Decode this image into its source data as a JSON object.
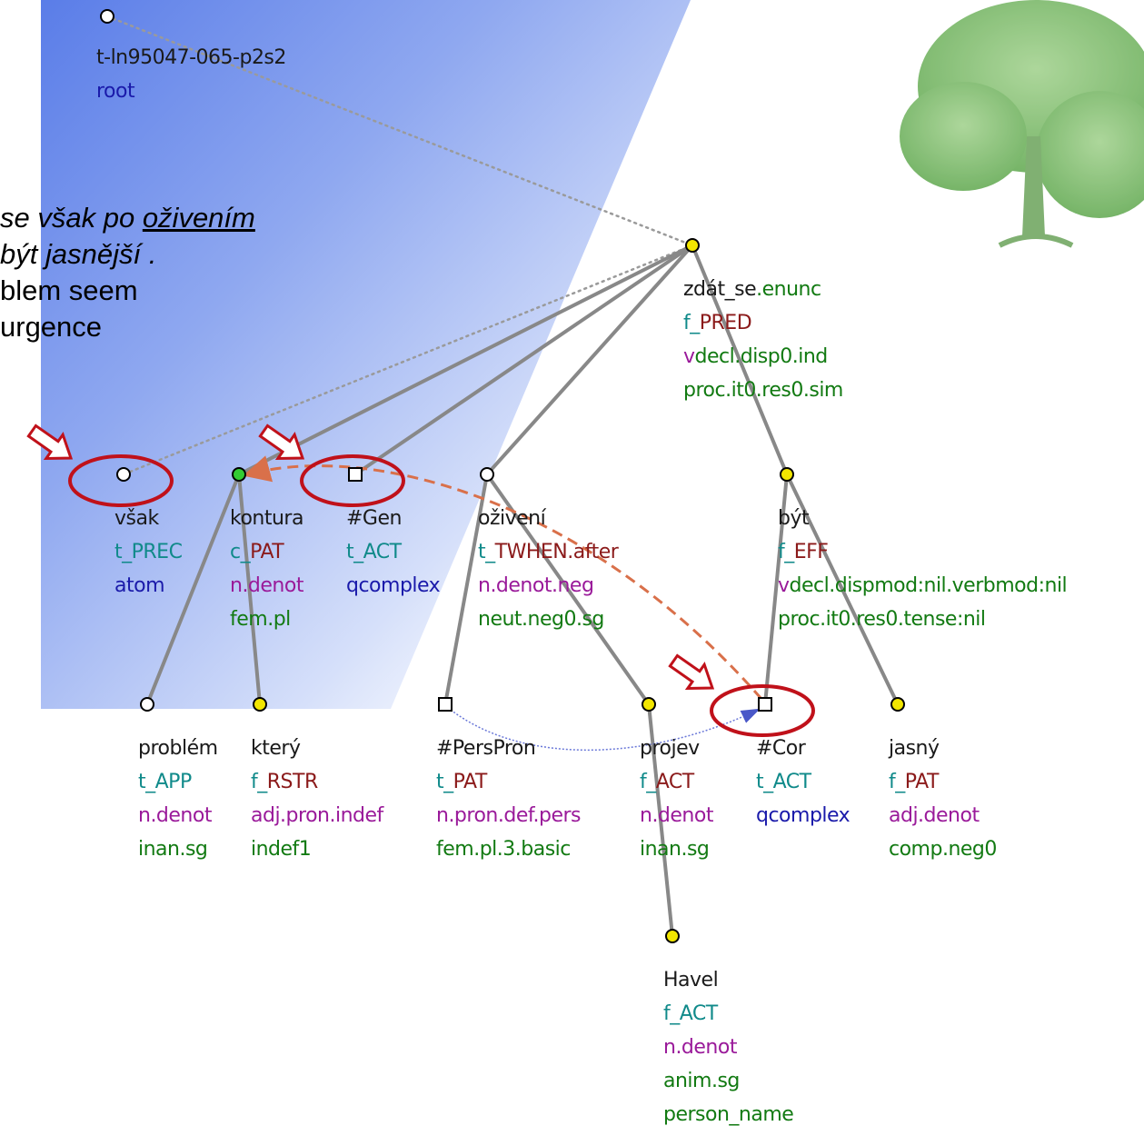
{
  "caption": {
    "line1_before": " se však po ",
    "line1_underlined": "oživením",
    "line2": "být jasnější .",
    "line3": "blem seem",
    "line4": "urgence"
  },
  "colors": {
    "node_yellow": "#f2e600",
    "node_green": "#33cc33",
    "edge": "#888888",
    "coref": "#d9704a",
    "ellipse": "#c0111a",
    "lemma": "#1a1a1a",
    "functor_t": "#108a8a",
    "functor_c": "#108a8a",
    "functor_f": "#108a8a",
    "functor_rest": "#8b1a1a",
    "sempos": "#9a1a9a",
    "grammatemes": "#127a12",
    "nodetype": "#1a1aaa"
  },
  "nodes": [
    {
      "id": "root",
      "shape": "circle",
      "fill": "white",
      "lines": [
        {
          "text": "t-ln95047-065-p2s2",
          "kind": "lemma"
        },
        {
          "text": "root",
          "kind": "nodetype"
        }
      ]
    },
    {
      "id": "zdat",
      "shape": "circle",
      "fill": "yellow",
      "lines": [
        {
          "text": "zdát_se",
          "kind": "lemma",
          "suffix": ".enunc"
        },
        {
          "text": "f_",
          "kind": "functor_f",
          "suffix": "PRED"
        },
        {
          "text": "v",
          "kind": "sempos",
          "suffix": "decl.disp0.ind"
        },
        {
          "text": "proc.it0.res0.sim",
          "kind": "grammatemes"
        }
      ]
    },
    {
      "id": "vsak",
      "shape": "circle",
      "fill": "white",
      "lines": [
        {
          "text": "však",
          "kind": "lemma"
        },
        {
          "text": "t_PREC",
          "kind": "functor_t"
        },
        {
          "text": "atom",
          "kind": "nodetype"
        }
      ]
    },
    {
      "id": "kontura",
      "shape": "circle",
      "fill": "green",
      "lines": [
        {
          "text": "kontura",
          "kind": "lemma"
        },
        {
          "text": "c_",
          "kind": "functor_c",
          "suffix": "PAT"
        },
        {
          "text": "n.denot",
          "kind": "sempos"
        },
        {
          "text": "fem.pl",
          "kind": "grammatemes"
        }
      ]
    },
    {
      "id": "gen",
      "shape": "square",
      "fill": "white",
      "lines": [
        {
          "text": "#Gen",
          "kind": "lemma"
        },
        {
          "text": "t_ACT",
          "kind": "functor_t"
        },
        {
          "text": "qcomplex",
          "kind": "nodetype"
        }
      ]
    },
    {
      "id": "ozivni",
      "shape": "circle",
      "fill": "white",
      "lines": [
        {
          "text": "oživení",
          "kind": "lemma"
        },
        {
          "text": "t_",
          "kind": "functor_t",
          "suffix": "TWHEN.after"
        },
        {
          "text": "n.denot.neg",
          "kind": "sempos"
        },
        {
          "text": "neut.neg0.sg",
          "kind": "grammatemes"
        }
      ]
    },
    {
      "id": "byt",
      "shape": "circle",
      "fill": "yellow",
      "lines": [
        {
          "text": "být",
          "kind": "lemma"
        },
        {
          "text": "f_",
          "kind": "functor_f",
          "suffix": "EFF"
        },
        {
          "text": "v",
          "kind": "sempos",
          "suffix": "decl.dispmod:nil.verbmod:nil"
        },
        {
          "text": "proc.it0.res0.tense:nil",
          "kind": "grammatemes"
        }
      ]
    },
    {
      "id": "problem",
      "shape": "circle",
      "fill": "white",
      "lines": [
        {
          "text": "problém",
          "kind": "lemma"
        },
        {
          "text": "t_APP",
          "kind": "functor_t"
        },
        {
          "text": "n.denot",
          "kind": "sempos"
        },
        {
          "text": "inan.sg",
          "kind": "grammatemes"
        }
      ]
    },
    {
      "id": "ktery",
      "shape": "circle",
      "fill": "yellow",
      "lines": [
        {
          "text": "který",
          "kind": "lemma"
        },
        {
          "text": "f_",
          "kind": "functor_f",
          "suffix": "RSTR"
        },
        {
          "text": "adj.pron.indef",
          "kind": "sempos"
        },
        {
          "text": "indef1",
          "kind": "grammatemes"
        }
      ]
    },
    {
      "id": "perspron",
      "shape": "square",
      "fill": "white",
      "lines": [
        {
          "text": "#PersPron",
          "kind": "lemma"
        },
        {
          "text": "t_",
          "kind": "functor_t",
          "suffix": "PAT"
        },
        {
          "text": "n.pron.def.pers",
          "kind": "sempos"
        },
        {
          "text": "fem.pl.3.basic",
          "kind": "grammatemes"
        }
      ]
    },
    {
      "id": "projev",
      "shape": "circle",
      "fill": "yellow",
      "lines": [
        {
          "text": "projev",
          "kind": "lemma"
        },
        {
          "text": "f_",
          "kind": "functor_f",
          "suffix": "ACT"
        },
        {
          "text": "n.denot",
          "kind": "sempos"
        },
        {
          "text": "inan.sg",
          "kind": "grammatemes"
        }
      ]
    },
    {
      "id": "cor",
      "shape": "square",
      "fill": "white",
      "lines": [
        {
          "text": "#Cor",
          "kind": "lemma"
        },
        {
          "text": "t_ACT",
          "kind": "functor_t"
        },
        {
          "text": "qcomplex",
          "kind": "nodetype"
        }
      ]
    },
    {
      "id": "jasny",
      "shape": "circle",
      "fill": "yellow",
      "lines": [
        {
          "text": "jasný",
          "kind": "lemma"
        },
        {
          "text": "f_",
          "kind": "functor_f",
          "suffix": "PAT"
        },
        {
          "text": "adj.denot",
          "kind": "sempos"
        },
        {
          "text": "comp.neg0",
          "kind": "grammatemes"
        }
      ]
    },
    {
      "id": "havel",
      "shape": "circle",
      "fill": "yellow",
      "lines": [
        {
          "text": "Havel",
          "kind": "lemma"
        },
        {
          "text": "f_ACT",
          "kind": "functor_f"
        },
        {
          "text": "n.denot",
          "kind": "sempos"
        },
        {
          "text": "anim.sg",
          "kind": "grammatemes"
        },
        {
          "text": "person_name",
          "kind": "grammatemes"
        }
      ]
    }
  ],
  "edges": [
    {
      "from": "root",
      "to": "zdat",
      "style": "dotted"
    },
    {
      "from": "zdat",
      "to": "vsak",
      "style": "dotted"
    },
    {
      "from": "zdat",
      "to": "kontura",
      "style": "solid"
    },
    {
      "from": "zdat",
      "to": "gen",
      "style": "solid"
    },
    {
      "from": "zdat",
      "to": "ozivni",
      "style": "solid"
    },
    {
      "from": "zdat",
      "to": "byt",
      "style": "solid"
    },
    {
      "from": "kontura",
      "to": "problem",
      "style": "solid"
    },
    {
      "from": "kontura",
      "to": "ktery",
      "style": "solid"
    },
    {
      "from": "ozivni",
      "to": "perspron",
      "style": "solid"
    },
    {
      "from": "ozivni",
      "to": "projev",
      "style": "solid"
    },
    {
      "from": "byt",
      "to": "cor",
      "style": "solid"
    },
    {
      "from": "byt",
      "to": "jasny",
      "style": "solid"
    },
    {
      "from": "projev",
      "to": "havel",
      "style": "solid"
    }
  ],
  "coreferences": [
    {
      "from": "cor",
      "to": "kontura",
      "type": "grammatical"
    },
    {
      "from": "perspron",
      "to": "cor",
      "type": "textual"
    }
  ],
  "highlighted_nodes": [
    "vsak",
    "gen",
    "cor"
  ],
  "pointer_arrows": [
    "vsak",
    "gen",
    "cor"
  ]
}
